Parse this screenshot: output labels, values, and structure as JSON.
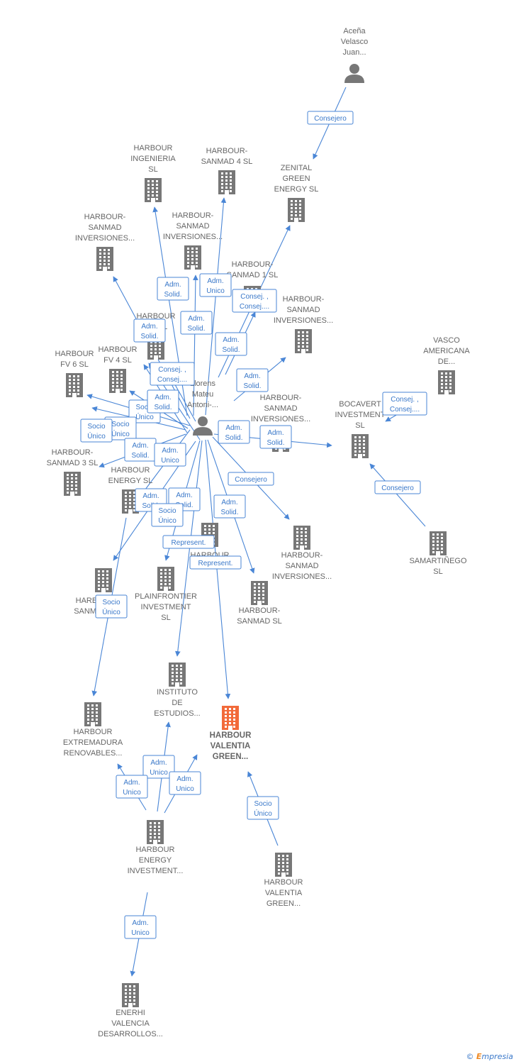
{
  "footer": {
    "copyright": "©",
    "brand_initial": "E",
    "brand_rest": "mpresia"
  },
  "colors": {
    "edge": "#4a86d6",
    "building": "#777777",
    "building_highlight": "#f26a3a",
    "person": "#777777"
  },
  "nodes": [
    {
      "id": "acena",
      "kind": "person",
      "lines": [
        "Aceña",
        "Velasco",
        "Juan..."
      ]
    },
    {
      "id": "llorens",
      "kind": "person",
      "lines": [
        "Llorens",
        "Mateu",
        "Antoni-..."
      ]
    },
    {
      "id": "ingenieria",
      "kind": "building",
      "lines": [
        "HARBOUR",
        "INGENIERIA",
        "SL"
      ]
    },
    {
      "id": "sanmad4",
      "kind": "building",
      "lines": [
        "HARBOUR-",
        "SANMAD 4  SL"
      ]
    },
    {
      "id": "zenital",
      "kind": "building",
      "lines": [
        "ZENITAL",
        "GREEN",
        "ENERGY  SL"
      ]
    },
    {
      "id": "inv_a",
      "kind": "building",
      "lines": [
        "HARBOUR-",
        "SANMAD",
        "INVERSIONES..."
      ]
    },
    {
      "id": "inv_b",
      "kind": "building",
      "lines": [
        "HARBOUR-",
        "SANMAD",
        "INVERSIONES..."
      ]
    },
    {
      "id": "sanmad1",
      "kind": "building",
      "lines": [
        "HARBOUR-",
        "SANMAD 1  SL"
      ]
    },
    {
      "id": "inv_c",
      "kind": "building",
      "lines": [
        "HARBOUR-",
        "SANMAD",
        "INVERSIONES..."
      ]
    },
    {
      "id": "mt",
      "kind": "building",
      "lines": [
        "HARBOUR",
        "MT  SL"
      ]
    },
    {
      "id": "fv6",
      "kind": "building",
      "lines": [
        "HARBOUR",
        "FV 6  SL"
      ]
    },
    {
      "id": "fv4",
      "kind": "building",
      "lines": [
        "HARBOUR",
        "FV 4  SL"
      ]
    },
    {
      "id": "vasco",
      "kind": "building",
      "lines": [
        "VASCO",
        "AMERICANA",
        "DE..."
      ]
    },
    {
      "id": "inv_d",
      "kind": "building",
      "lines": [
        "HARBOUR-",
        "SANMAD",
        "INVERSIONES..."
      ]
    },
    {
      "id": "bocavert",
      "kind": "building",
      "lines": [
        "BOCAVERT",
        "INVESTMENT",
        "SL"
      ]
    },
    {
      "id": "sanmad3",
      "kind": "building",
      "lines": [
        "HARBOUR-",
        "SANMAD 3  SL"
      ]
    },
    {
      "id": "harbour_energy",
      "kind": "building",
      "lines": [
        "HARBOUR",
        "ENERGY  SL"
      ]
    },
    {
      "id": "inv_e",
      "kind": "building",
      "lines": [
        "HARBOUR-",
        "SANMAD",
        "INVERSIONES..."
      ]
    },
    {
      "id": "samartinego",
      "kind": "building",
      "lines": [
        "SAMARTIÑEGO",
        "SL"
      ]
    },
    {
      "id": "harbour_va",
      "kind": "building",
      "lines": [
        "HARBOUR",
        "VA..."
      ]
    },
    {
      "id": "sanmad_sl2",
      "kind": "building",
      "lines": [
        "HARBOUR-",
        "SANMAD  SL"
      ]
    },
    {
      "id": "plainfrontier",
      "kind": "building",
      "lines": [
        "PLAINFRONTIER",
        "INVESTMENT",
        "SL"
      ]
    },
    {
      "id": "sanmad_sl",
      "kind": "building",
      "lines": [
        "HARBOUR-",
        "SANMAD  SL"
      ]
    },
    {
      "id": "instituto",
      "kind": "building",
      "lines": [
        "INSTITUTO",
        "DE",
        "ESTUDIOS..."
      ]
    },
    {
      "id": "extremadura",
      "kind": "building",
      "lines": [
        "HARBOUR",
        "EXTREMADURA",
        "RENOVABLES..."
      ]
    },
    {
      "id": "valentia",
      "kind": "building",
      "highlight": true,
      "lines": [
        "HARBOUR",
        "VALENTIA",
        "GREEN..."
      ]
    },
    {
      "id": "energy_inv",
      "kind": "building",
      "lines": [
        "HARBOUR",
        "ENERGY",
        "INVESTMENT..."
      ]
    },
    {
      "id": "valentia2",
      "kind": "building",
      "lines": [
        "HARBOUR",
        "VALENTIA",
        "GREEN..."
      ]
    },
    {
      "id": "enerhi",
      "kind": "building",
      "lines": [
        "ENERHI",
        "VALENCIA",
        "DESARROLLOS..."
      ]
    }
  ],
  "relations": [
    {
      "lines": [
        "Consejero"
      ]
    },
    {
      "lines": [
        "Adm.",
        "Solid."
      ]
    },
    {
      "lines": [
        "Adm.",
        "Unico"
      ]
    },
    {
      "lines": [
        "Adm.",
        "Solid."
      ]
    },
    {
      "lines": [
        "Consej. ,",
        "Consej...."
      ]
    },
    {
      "lines": [
        "Adm.",
        "Solid."
      ]
    },
    {
      "lines": [
        "Adm.",
        "Solid."
      ]
    },
    {
      "lines": [
        "Consej. ,",
        "Consej...."
      ]
    },
    {
      "lines": [
        "Adm.",
        "Solid."
      ]
    },
    {
      "lines": [
        "Adm.",
        "Solid."
      ]
    },
    {
      "lines": [
        "Socio",
        "Único"
      ]
    },
    {
      "lines": [
        "Socio",
        "Único"
      ]
    },
    {
      "lines": [
        "Socio",
        "Único"
      ]
    },
    {
      "lines": [
        "Adm.",
        "Solid."
      ]
    },
    {
      "lines": [
        "Adm.",
        "Unico"
      ]
    },
    {
      "lines": [
        "Adm.",
        "Solid."
      ]
    },
    {
      "lines": [
        "Consej. ,",
        "Consej...."
      ]
    },
    {
      "lines": [
        "Consejero"
      ]
    },
    {
      "lines": [
        "Consejero"
      ]
    },
    {
      "lines": [
        "Adm.",
        "Solid."
      ]
    },
    {
      "lines": [
        "Adm.",
        "Solid."
      ]
    },
    {
      "lines": [
        "Adm.",
        "Solid."
      ]
    },
    {
      "lines": [
        "Socio",
        "Único"
      ]
    },
    {
      "lines": [
        "Represent."
      ]
    },
    {
      "lines": [
        "Represent."
      ]
    },
    {
      "lines": [
        "Adm.",
        "Solid."
      ]
    },
    {
      "lines": [
        "Socio",
        "Único"
      ]
    },
    {
      "lines": [
        "Adm.",
        "Unico"
      ]
    },
    {
      "lines": [
        "Adm.",
        "Unico"
      ]
    },
    {
      "lines": [
        "Adm.",
        "Unico"
      ]
    },
    {
      "lines": [
        "Socio",
        "Único"
      ]
    },
    {
      "lines": [
        "Adm.",
        "Unico"
      ]
    }
  ]
}
